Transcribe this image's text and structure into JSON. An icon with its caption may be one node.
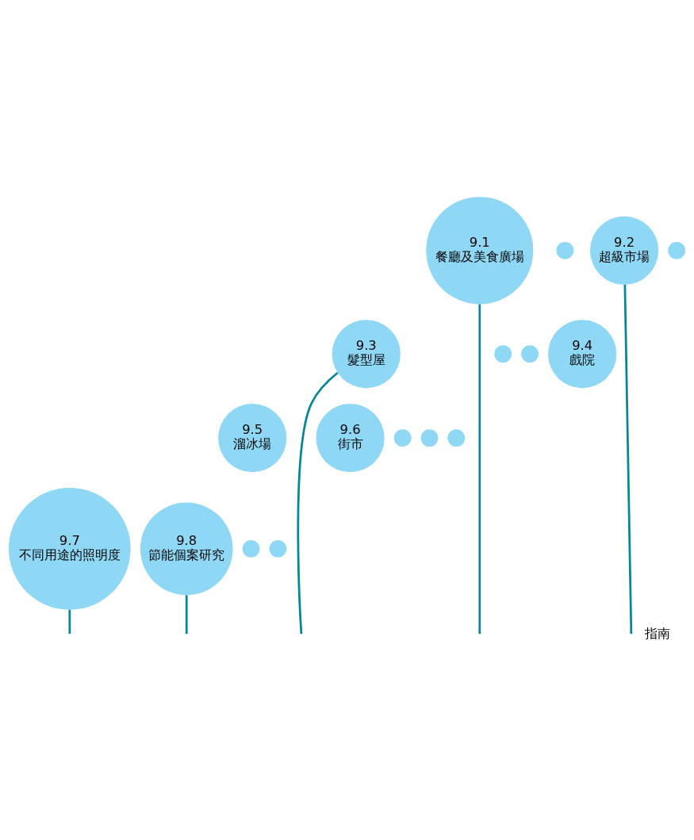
{
  "diagram": {
    "nodes": [
      {
        "text": [
          "9.1",
          "餐廳及美食廣場"
        ]
      },
      {
        "text": [],
        "shape": "drop"
      },
      {
        "text": [
          "9.2",
          "超級市場"
        ]
      },
      {
        "text": [],
        "shape": "drop"
      },
      {
        "text": [
          "9.3",
          "髮型屋"
        ]
      },
      {
        "text": [],
        "shape": "drop"
      },
      {
        "text": [],
        "shape": "drop"
      },
      {
        "text": [
          "9.4",
          "戲院"
        ]
      },
      {
        "text": [
          "9.5",
          "溜冰場"
        ]
      },
      {
        "text": [
          "9.6",
          "街市"
        ]
      },
      {
        "text": [],
        "shape": "drop"
      },
      {
        "text": [],
        "shape": "drop"
      },
      {
        "text": [],
        "shape": "drop"
      },
      {
        "text": [
          "9.7",
          "不同用途的照明度"
        ]
      },
      {
        "text": [
          "9.8",
          "節能個案研究"
        ]
      },
      {
        "text": [],
        "shape": "drop"
      },
      {
        "text": [],
        "shape": "drop"
      }
    ],
    "edges": [
      {
        "from": 0,
        "to": null,
        "arrow": "none"
      },
      {
        "from": 2,
        "to": null,
        "arrow": "none"
      },
      {
        "from": 4,
        "to": null,
        "arrow": "none"
      },
      {
        "from": 13,
        "to": null,
        "arrow": "none"
      },
      {
        "from": 14,
        "to": null,
        "arrow": "none"
      }
    ],
    "labels": [
      "指南"
    ]
  }
}
